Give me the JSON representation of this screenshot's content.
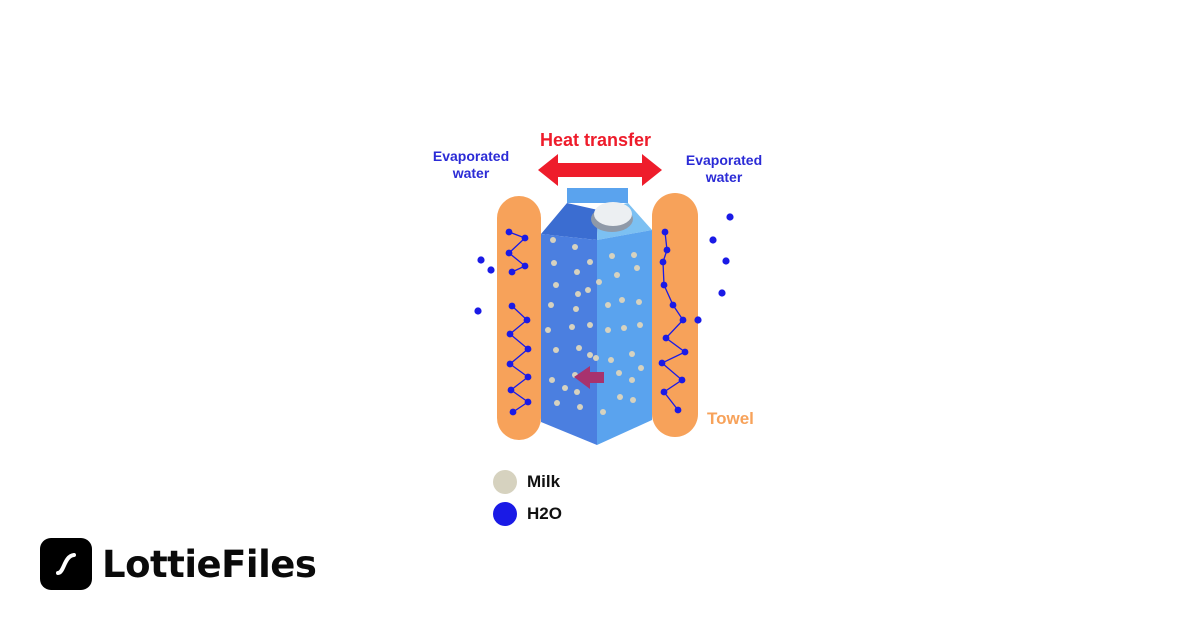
{
  "labels": {
    "heat_transfer": "Heat transfer",
    "evaporated_left": [
      "Evaporated",
      "water"
    ],
    "evaporated_right": [
      "Evaporated",
      "water"
    ],
    "towel": "Towel"
  },
  "legend": [
    {
      "label": "Milk",
      "color": "#d6d2bf"
    },
    {
      "label": "H2O",
      "color": "#1a1ae6"
    }
  ],
  "colors": {
    "arrow": "#ee1c2b",
    "towel": "#f7a25a",
    "carton_left": "#4b7fe0",
    "carton_right": "#5aa3ee",
    "milk_particle": "#d6d2bf",
    "water_particle": "#1a1ae6",
    "inner_arrow": "#a8326e"
  },
  "brand": {
    "name": "LottieFiles",
    "icon": "lottie-logo-icon"
  }
}
